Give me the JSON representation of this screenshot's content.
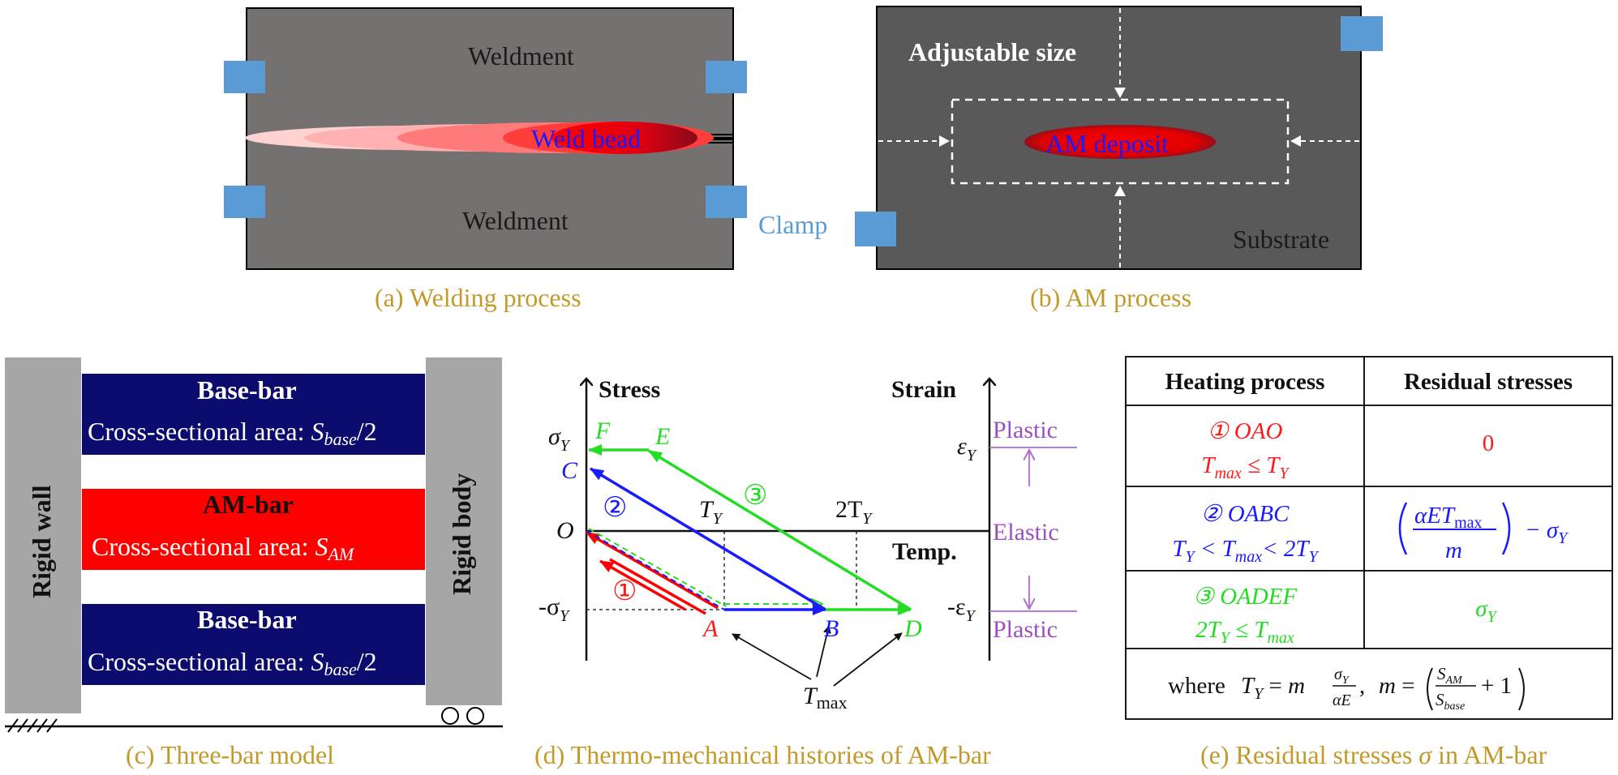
{
  "panel_a": {
    "weldment_top": "Weldment",
    "weldment_bottom": "Weldment",
    "bead": "Weld bead",
    "caption": "(a) Welding process"
  },
  "panel_b": {
    "adjustable": "Adjustable size",
    "deposit": "AM deposit",
    "substrate": "Substrate",
    "clamp": "Clamp",
    "caption": "(b) AM process"
  },
  "panel_c": {
    "wall": "Rigid wall",
    "body": "Rigid body",
    "base_bar": "Base-bar",
    "am_bar": "AM-bar",
    "area_prefix": "Cross-sectional area: ",
    "s": "S",
    "sub_base": "base",
    "sub_am": "AM",
    "half": "/2",
    "caption": "(c) Three-bar model"
  },
  "panel_d": {
    "stress": "Stress",
    "strain": "Strain",
    "temp": "Temp.",
    "sigma_y": "σ",
    "neg_sigma_y": "-σ",
    "eps_y": "ε",
    "neg_eps_y": "-ε",
    "y_sub": "Y",
    "o": "O",
    "a": "A",
    "b": "B",
    "c": "C",
    "d": "D",
    "e": "E",
    "f": "F",
    "ty": "T",
    "two_ty": "2T",
    "tmax": "T",
    "tmax_sub": "max",
    "plastic_top": "Plastic",
    "elastic": "Elastic",
    "plastic_bottom": "Plastic",
    "n1": "①",
    "n2": "②",
    "n3": "③",
    "caption": "(d) Thermo-mechanical histories of AM-bar"
  },
  "panel_e": {
    "header_left": "Heating process",
    "header_right": "Residual stresses",
    "row1_path": "① OAO",
    "row1_zero": "0",
    "row2_path": "② OABC",
    "row3_path": "③ OADEF",
    "where": "where",
    "caption_prefix": "(e) Residual stresses ",
    "caption_sigma": "σ",
    "caption_suffix": " in AM-bar"
  },
  "colors": {
    "plate_a": "#767171",
    "plate_b": "#595959",
    "clamp": "#5b9bd5",
    "navy": "#0c0c6e",
    "red": "#ff0000",
    "blue": "#1a1aff",
    "green": "#22dd22",
    "purple": "#9a4fc0",
    "caption": "#c39a2a"
  }
}
